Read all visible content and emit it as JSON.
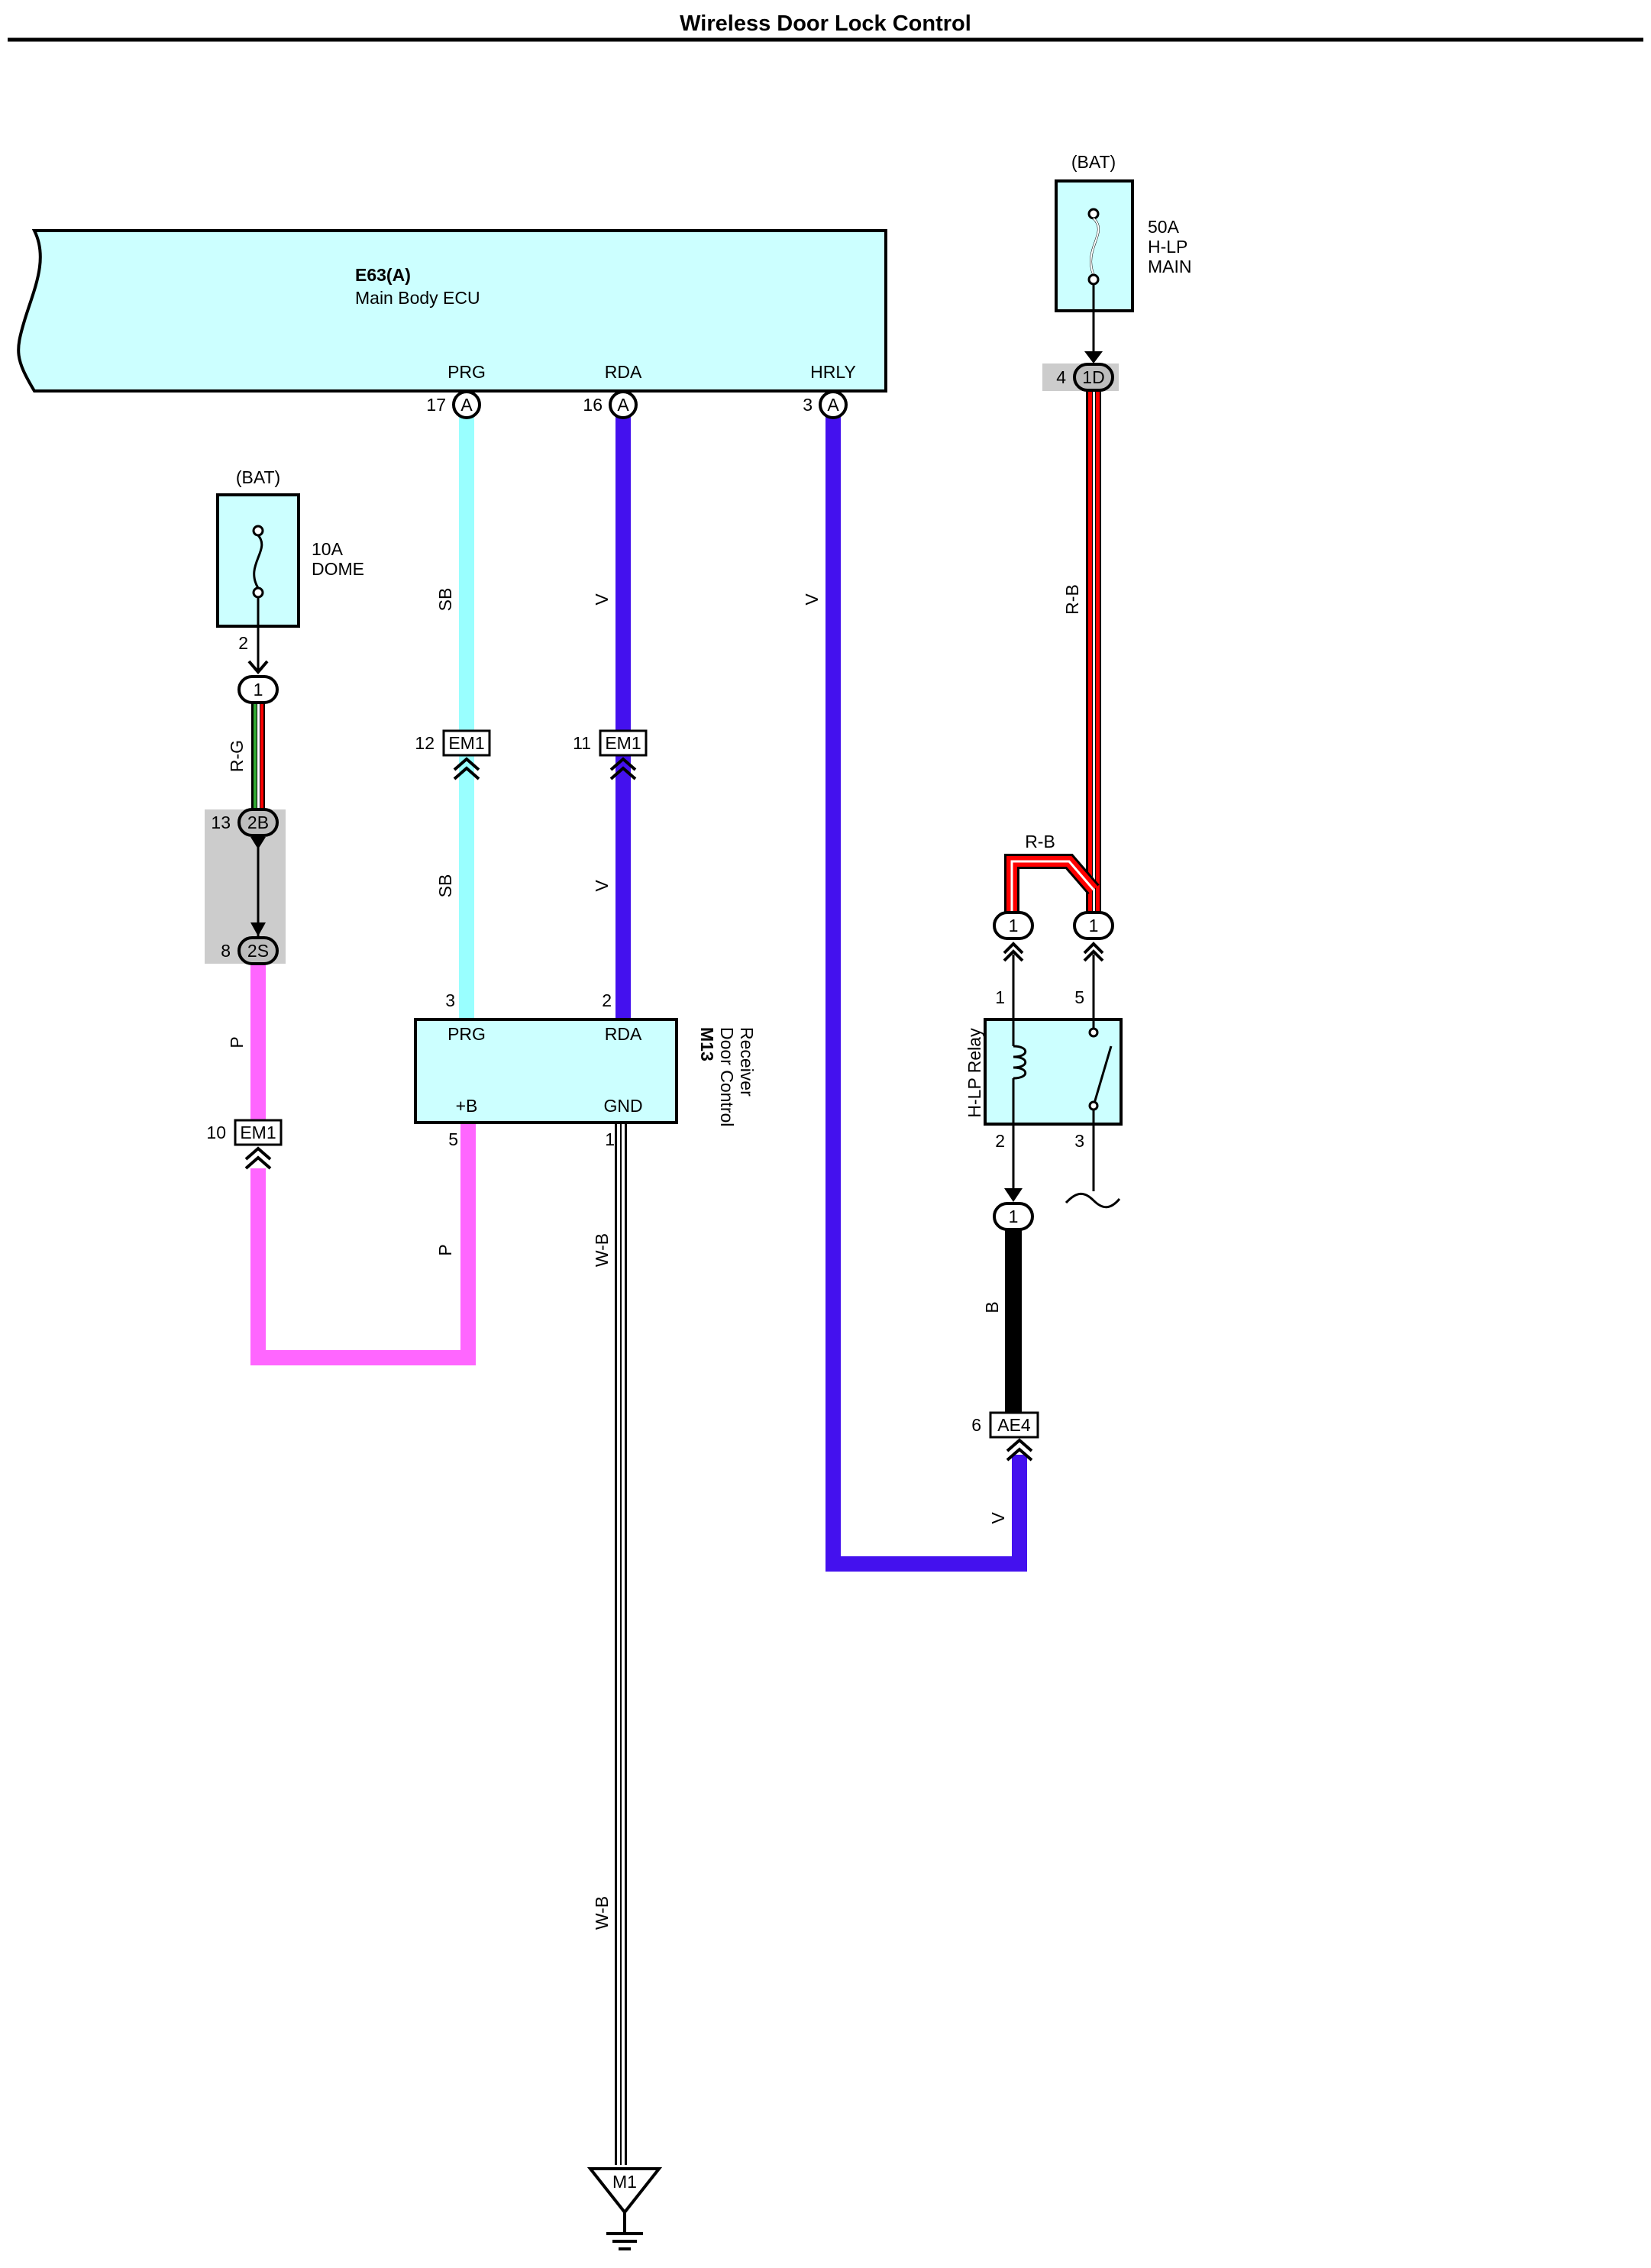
{
  "title": "Wireless Door Lock Control",
  "colors": {
    "box_fill": "#ccffff",
    "sb": "#99ffff",
    "v": "#4411ee",
    "p": "#ff66ff",
    "red": "#ff0000",
    "green": "#33aa33",
    "black": "#000000",
    "splice_gray": "#cccccc"
  },
  "ecu": {
    "id": "E63(A)",
    "name": "Main Body ECU",
    "pins": [
      {
        "label": "PRG",
        "num": "17",
        "conn": "A"
      },
      {
        "label": "RDA",
        "num": "16",
        "conn": "A"
      },
      {
        "label": "HRLY",
        "num": "3",
        "conn": "A"
      }
    ]
  },
  "fuse_dome": {
    "source": "(BAT)",
    "rating": "10A",
    "name": "DOME",
    "pin": "2"
  },
  "fuse_hlp": {
    "source": "(BAT)",
    "rating": "50A",
    "name1": "H-LP",
    "name2": "MAIN"
  },
  "connectors": {
    "dome_out": "1",
    "c2b_num": "13",
    "c2b": "2B",
    "c2s_num": "8",
    "c2s": "2S",
    "em1_10_num": "10",
    "em1_10": "EM1",
    "em1_12_num": "12",
    "em1_12": "EM1",
    "em1_11_num": "11",
    "em1_11": "EM1",
    "c1d_num": "4",
    "c1d": "1D",
    "relay_in_1": "1",
    "relay_in_5": "1",
    "relay_out": "1",
    "ae4_num": "6",
    "ae4": "AE4"
  },
  "wires": {
    "rg": "R-G",
    "p1": "P",
    "p2": "P",
    "sb1": "SB",
    "sb2": "SB",
    "v1": "V",
    "v2": "V",
    "v3": "V",
    "v4": "V",
    "wb1": "W-B",
    "wb2": "W-B",
    "rb1": "R-B",
    "rb2": "R-B",
    "b": "B"
  },
  "receiver": {
    "id": "M13",
    "name1": "Door Control",
    "name2": "Receiver",
    "pin_prg": "PRG",
    "pin_prg_num": "3",
    "pin_rda": "RDA",
    "pin_rda_num": "2",
    "pin_b": "+B",
    "pin_b_num": "5",
    "pin_gnd": "GND",
    "pin_gnd_num": "1"
  },
  "relay": {
    "name": "H-LP Relay",
    "pin1": "1",
    "pin2": "2",
    "pin3": "3",
    "pin5": "5"
  },
  "ground": {
    "id": "M1"
  }
}
